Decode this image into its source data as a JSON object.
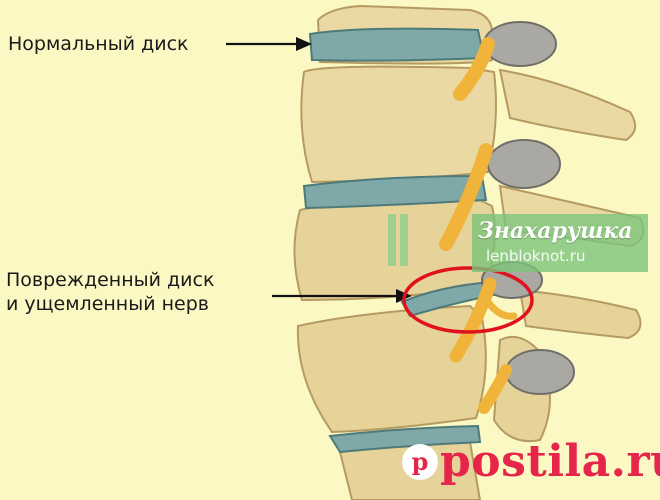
{
  "labels": {
    "normal_disc": "Нормальный диск",
    "damaged_line1": "Поврежденный диск",
    "damaged_line2": "и ущемленный нерв"
  },
  "watermark": {
    "title": "Знахарушка",
    "site": "lenbloknot.ru"
  },
  "brand": {
    "name": "postila.ru"
  },
  "colors": {
    "background": "#fbf8c4",
    "bone": "#e9d7a0",
    "bone_shadow": "#c9b27a",
    "disc": "#7fa8a8",
    "nerve": "#f0b43a",
    "highlight_ring": "#e0121e",
    "watermark_green": "#7cc47a",
    "brand_red": "#e5254a"
  },
  "icons": [
    "arrow-right-icon",
    "highlight-ring-icon",
    "pinterest-logo-icon"
  ]
}
